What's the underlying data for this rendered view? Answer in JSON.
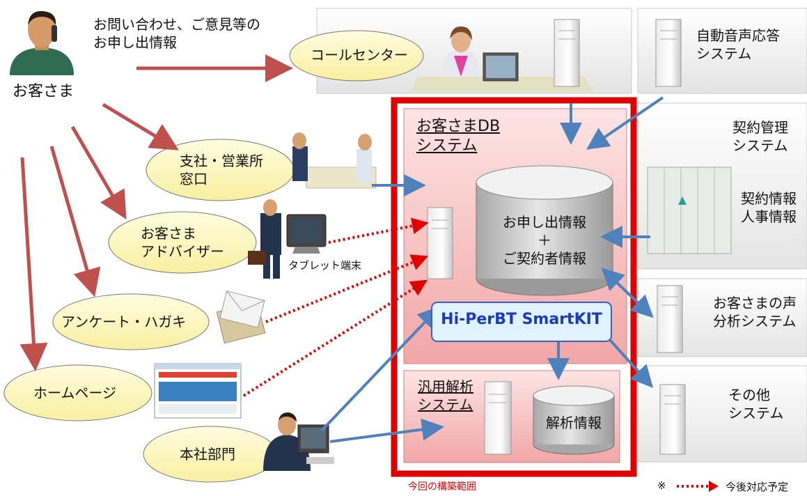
{
  "customer": {
    "label": "お客さま",
    "inquiry_text": "お問い合わせ、ご意見等の\nお申し出情報"
  },
  "channels": [
    {
      "id": "call-center",
      "label": "コールセンター"
    },
    {
      "id": "branch",
      "label": "支社・営業所\n窓口"
    },
    {
      "id": "advisor",
      "label": "お客さま\nアドバイザー"
    },
    {
      "id": "survey",
      "label": "アンケート・ハガキ"
    },
    {
      "id": "homepage",
      "label": "ホームページ"
    },
    {
      "id": "headquarters",
      "label": "本社部門"
    }
  ],
  "tablet_label": "タブレット端末",
  "db_system": {
    "title": "お客さまDB\nシステム",
    "database_label": "お申し出情報\n＋\nご契約者情報",
    "product": "Hi-PerBT SmartKIT",
    "analysis_title": "汎用解析\nシステム",
    "analysis_db": "解析情報",
    "scope_label": "今回の構築範囲"
  },
  "external_systems": [
    {
      "id": "ivr",
      "label": "自動音声応答\nシステム"
    },
    {
      "id": "contract",
      "label": "契約管理\nシステム"
    },
    {
      "id": "contract-info",
      "label": "契約情報\n人事情報"
    },
    {
      "id": "voice",
      "label": "お客さまの声\n分析システム"
    },
    {
      "id": "other",
      "label": "その他\nシステム"
    }
  ],
  "legend": {
    "mark": "※",
    "label": "今後対応予定"
  },
  "colors": {
    "customer_arrow": "#c0504d",
    "data_arrow": "#4f81bd",
    "planned_arrow": "#e00000",
    "scope_border": "#e00000",
    "oval_fill": "#fdf8c0",
    "db_panel": "#f6c6c6",
    "product_fill": "#e0f2ff"
  }
}
